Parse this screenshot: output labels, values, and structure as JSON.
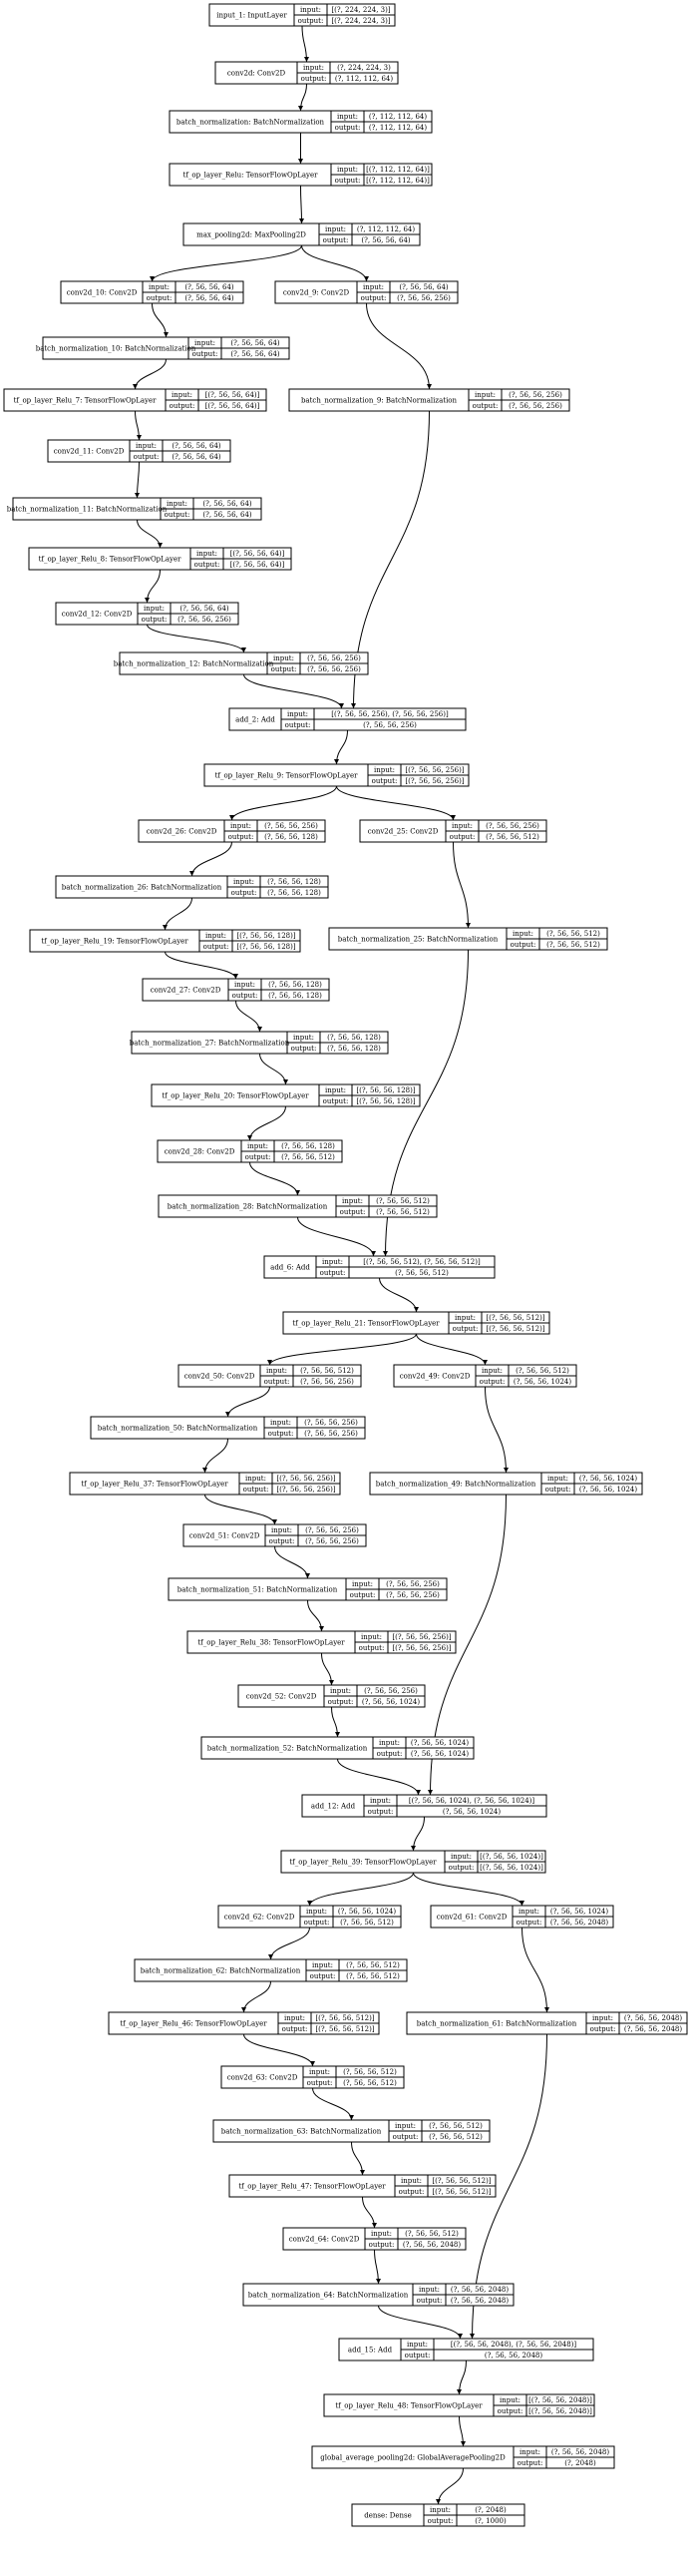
{
  "diagram": {
    "title": "",
    "nodes": [
      {
        "id": "n0",
        "name": "input_1: InputLayer",
        "input": "[(?, 224, 224, 3)]",
        "output": "[(?, 224, 224, 3)]"
      },
      {
        "id": "n1",
        "name": "conv2d: Conv2D",
        "input": "(?, 224, 224, 3)",
        "output": "(?, 112, 112, 64)"
      },
      {
        "id": "n2",
        "name": "batch_normalization: BatchNormalization",
        "input": "(?, 112, 112, 64)",
        "output": "(?, 112, 112, 64)"
      },
      {
        "id": "n3",
        "name": "tf_op_layer_Relu: TensorFlowOpLayer",
        "input": "[(?, 112, 112, 64)]",
        "output": "[(?, 112, 112, 64)]"
      },
      {
        "id": "n4",
        "name": "max_pooling2d: MaxPooling2D",
        "input": "(?, 112, 112, 64)",
        "output": "(?, 56, 56, 64)"
      },
      {
        "id": "n5",
        "name": "conv2d_10: Conv2D",
        "input": "(?, 56, 56, 64)",
        "output": "(?, 56, 56, 64)"
      },
      {
        "id": "n6",
        "name": "conv2d_9: Conv2D",
        "input": "(?, 56, 56, 64)",
        "output": "(?, 56, 56, 256)"
      },
      {
        "id": "n7",
        "name": "batch_normalization_10: BatchNormalization",
        "input": "(?, 56, 56, 64)",
        "output": "(?, 56, 56, 64)"
      },
      {
        "id": "n8",
        "name": "tf_op_layer_Relu_7: TensorFlowOpLayer",
        "input": "[(?, 56, 56, 64)]",
        "output": "[(?, 56, 56, 64)]"
      },
      {
        "id": "n9",
        "name": "batch_normalization_9: BatchNormalization",
        "input": "(?, 56, 56, 256)",
        "output": "(?, 56, 56, 256)"
      },
      {
        "id": "n10",
        "name": "conv2d_11: Conv2D",
        "input": "(?, 56, 56, 64)",
        "output": "(?, 56, 56, 64)"
      },
      {
        "id": "n11",
        "name": "batch_normalization_11: BatchNormalization",
        "input": "(?, 56, 56, 64)",
        "output": "(?, 56, 56, 64)"
      },
      {
        "id": "n12",
        "name": "tf_op_layer_Relu_8: TensorFlowOpLayer",
        "input": "[(?, 56, 56, 64)]",
        "output": "[(?, 56, 56, 64)]"
      },
      {
        "id": "n13",
        "name": "conv2d_12: Conv2D",
        "input": "(?, 56, 56, 64)",
        "output": "(?, 56, 56, 256)"
      },
      {
        "id": "n14",
        "name": "batch_normalization_12: BatchNormalization",
        "input": "(?, 56, 56, 256)",
        "output": "(?, 56, 56, 256)"
      },
      {
        "id": "n15",
        "name": "add_2: Add",
        "input": "[(?, 56, 56, 256), (?, 56, 56, 256)]",
        "output": "(?, 56, 56, 256)"
      },
      {
        "id": "n16",
        "name": "tf_op_layer_Relu_9: TensorFlowOpLayer",
        "input": "[(?, 56, 56, 256)]",
        "output": "[(?, 56, 56, 256)]"
      },
      {
        "id": "n17",
        "name": "conv2d_26: Conv2D",
        "input": "(?, 56, 56, 256)",
        "output": "(?, 56, 56, 128)"
      },
      {
        "id": "n18",
        "name": "conv2d_25: Conv2D",
        "input": "(?, 56, 56, 256)",
        "output": "(?, 56, 56, 512)"
      },
      {
        "id": "n19",
        "name": "batch_normalization_26: BatchNormalization",
        "input": "(?, 56, 56, 128)",
        "output": "(?, 56, 56, 128)"
      },
      {
        "id": "n20",
        "name": "tf_op_layer_Relu_19: TensorFlowOpLayer",
        "input": "[(?, 56, 56, 128)]",
        "output": "[(?, 56, 56, 128)]"
      },
      {
        "id": "n21",
        "name": "batch_normalization_25: BatchNormalization",
        "input": "(?, 56, 56, 512)",
        "output": "(?, 56, 56, 512)"
      },
      {
        "id": "n22",
        "name": "conv2d_27: Conv2D",
        "input": "(?, 56, 56, 128)",
        "output": "(?, 56, 56, 128)"
      },
      {
        "id": "n23",
        "name": "batch_normalization_27: BatchNormalization",
        "input": "(?, 56, 56, 128)",
        "output": "(?, 56, 56, 128)"
      },
      {
        "id": "n24",
        "name": "tf_op_layer_Relu_20: TensorFlowOpLayer",
        "input": "[(?, 56, 56, 128)]",
        "output": "[(?, 56, 56, 128)]"
      },
      {
        "id": "n25",
        "name": "conv2d_28: Conv2D",
        "input": "(?, 56, 56, 128)",
        "output": "(?, 56, 56, 512)"
      },
      {
        "id": "n26",
        "name": "batch_normalization_28: BatchNormalization",
        "input": "(?, 56, 56, 512)",
        "output": "(?, 56, 56, 512)"
      },
      {
        "id": "n27",
        "name": "add_6: Add",
        "input": "[(?, 56, 56, 512), (?, 56, 56, 512)]",
        "output": "(?, 56, 56, 512)"
      },
      {
        "id": "n28",
        "name": "tf_op_layer_Relu_21: TensorFlowOpLayer",
        "input": "[(?, 56, 56, 512)]",
        "output": "[(?, 56, 56, 512)]"
      },
      {
        "id": "n29",
        "name": "conv2d_50: Conv2D",
        "input": "(?, 56, 56, 512)",
        "output": "(?, 56, 56, 256)"
      },
      {
        "id": "n30",
        "name": "conv2d_49: Conv2D",
        "input": "(?, 56, 56, 512)",
        "output": "(?, 56, 56, 1024)"
      },
      {
        "id": "n31",
        "name": "batch_normalization_50: BatchNormalization",
        "input": "(?, 56, 56, 256)",
        "output": "(?, 56, 56, 256)"
      },
      {
        "id": "n32",
        "name": "tf_op_layer_Relu_37: TensorFlowOpLayer",
        "input": "[(?, 56, 56, 256)]",
        "output": "[(?, 56, 56, 256)]"
      },
      {
        "id": "n33",
        "name": "batch_normalization_49: BatchNormalization",
        "input": "(?, 56, 56, 1024)",
        "output": "(?, 56, 56, 1024)"
      },
      {
        "id": "n34",
        "name": "conv2d_51: Conv2D",
        "input": "(?, 56, 56, 256)",
        "output": "(?, 56, 56, 256)"
      },
      {
        "id": "n35",
        "name": "batch_normalization_51: BatchNormalization",
        "input": "(?, 56, 56, 256)",
        "output": "(?, 56, 56, 256)"
      },
      {
        "id": "n36",
        "name": "tf_op_layer_Relu_38: TensorFlowOpLayer",
        "input": "[(?, 56, 56, 256)]",
        "output": "[(?, 56, 56, 256)]"
      },
      {
        "id": "n37",
        "name": "conv2d_52: Conv2D",
        "input": "(?, 56, 56, 256)",
        "output": "(?, 56, 56, 1024)"
      },
      {
        "id": "n38",
        "name": "batch_normalization_52: BatchNormalization",
        "input": "(?, 56, 56, 1024)",
        "output": "(?, 56, 56, 1024)"
      },
      {
        "id": "n39",
        "name": "add_12: Add",
        "input": "[(?, 56, 56, 1024), (?, 56, 56, 1024)]",
        "output": "(?, 56, 56, 1024)"
      },
      {
        "id": "n40",
        "name": "tf_op_layer_Relu_39: TensorFlowOpLayer",
        "input": "[(?, 56, 56, 1024)]",
        "output": "[(?, 56, 56, 1024)]"
      },
      {
        "id": "n41",
        "name": "conv2d_62: Conv2D",
        "input": "(?, 56, 56, 1024)",
        "output": "(?, 56, 56, 512)"
      },
      {
        "id": "n42",
        "name": "conv2d_61: Conv2D",
        "input": "(?, 56, 56, 1024)",
        "output": "(?, 56, 56, 2048)"
      },
      {
        "id": "n43",
        "name": "batch_normalization_62: BatchNormalization",
        "input": "(?, 56, 56, 512)",
        "output": "(?, 56, 56, 512)"
      },
      {
        "id": "n44",
        "name": "tf_op_layer_Relu_46: TensorFlowOpLayer",
        "input": "[(?, 56, 56, 512)]",
        "output": "[(?, 56, 56, 512)]"
      },
      {
        "id": "n45",
        "name": "batch_normalization_61: BatchNormalization",
        "input": "(?, 56, 56, 2048)",
        "output": "(?, 56, 56, 2048)"
      },
      {
        "id": "n46",
        "name": "conv2d_63: Conv2D",
        "input": "(?, 56, 56, 512)",
        "output": "(?, 56, 56, 512)"
      },
      {
        "id": "n47",
        "name": "batch_normalization_63: BatchNormalization",
        "input": "(?, 56, 56, 512)",
        "output": "(?, 56, 56, 512)"
      },
      {
        "id": "n48",
        "name": "tf_op_layer_Relu_47: TensorFlowOpLayer",
        "input": "[(?, 56, 56, 512)]",
        "output": "[(?, 56, 56, 512)]"
      },
      {
        "id": "n49",
        "name": "conv2d_64: Conv2D",
        "input": "(?, 56, 56, 512)",
        "output": "(?, 56, 56, 2048)"
      },
      {
        "id": "n50",
        "name": "batch_normalization_64: BatchNormalization",
        "input": "(?, 56, 56, 2048)",
        "output": "(?, 56, 56, 2048)"
      },
      {
        "id": "n51",
        "name": "add_15: Add",
        "input": "[(?, 56, 56, 2048), (?, 56, 56, 2048)]",
        "output": "(?, 56, 56, 2048)"
      },
      {
        "id": "n52",
        "name": "tf_op_layer_Relu_48: TensorFlowOpLayer",
        "input": "[(?, 56, 56, 2048)]",
        "output": "[(?, 56, 56, 2048)]"
      },
      {
        "id": "n53",
        "name": "global_average_pooling2d: GlobalAveragePooling2D",
        "input": "(?, 56, 56, 2048)",
        "output": "(?, 2048)"
      },
      {
        "id": "n54",
        "name": "dense: Dense",
        "input": "(?, 2048)",
        "output": "(?, 1000)"
      }
    ],
    "edges": [
      [
        "n0",
        "n1"
      ],
      [
        "n1",
        "n2"
      ],
      [
        "n2",
        "n3"
      ],
      [
        "n3",
        "n4"
      ],
      [
        "n4",
        "n5"
      ],
      [
        "n4",
        "n6"
      ],
      [
        "n5",
        "n7"
      ],
      [
        "n7",
        "n8"
      ],
      [
        "n6",
        "n9"
      ],
      [
        "n8",
        "n10"
      ],
      [
        "n10",
        "n11"
      ],
      [
        "n11",
        "n12"
      ],
      [
        "n12",
        "n13"
      ],
      [
        "n13",
        "n14"
      ],
      [
        "n14",
        "n15"
      ],
      [
        "n9",
        "n15"
      ],
      [
        "n15",
        "n16"
      ],
      [
        "n16",
        "n17"
      ],
      [
        "n16",
        "n18"
      ],
      [
        "n17",
        "n19"
      ],
      [
        "n19",
        "n20"
      ],
      [
        "n18",
        "n21"
      ],
      [
        "n20",
        "n22"
      ],
      [
        "n22",
        "n23"
      ],
      [
        "n23",
        "n24"
      ],
      [
        "n24",
        "n25"
      ],
      [
        "n25",
        "n26"
      ],
      [
        "n26",
        "n27"
      ],
      [
        "n21",
        "n27"
      ],
      [
        "n27",
        "n28"
      ],
      [
        "n28",
        "n29"
      ],
      [
        "n28",
        "n30"
      ],
      [
        "n29",
        "n31"
      ],
      [
        "n31",
        "n32"
      ],
      [
        "n30",
        "n33"
      ],
      [
        "n32",
        "n34"
      ],
      [
        "n34",
        "n35"
      ],
      [
        "n35",
        "n36"
      ],
      [
        "n36",
        "n37"
      ],
      [
        "n37",
        "n38"
      ],
      [
        "n38",
        "n39"
      ],
      [
        "n33",
        "n39"
      ],
      [
        "n39",
        "n40"
      ],
      [
        "n40",
        "n41"
      ],
      [
        "n40",
        "n42"
      ],
      [
        "n41",
        "n43"
      ],
      [
        "n43",
        "n44"
      ],
      [
        "n42",
        "n45"
      ],
      [
        "n44",
        "n46"
      ],
      [
        "n46",
        "n47"
      ],
      [
        "n47",
        "n48"
      ],
      [
        "n48",
        "n49"
      ],
      [
        "n49",
        "n50"
      ],
      [
        "n50",
        "n51"
      ],
      [
        "n45",
        "n51"
      ],
      [
        "n51",
        "n52"
      ],
      [
        "n52",
        "n53"
      ],
      [
        "n53",
        "n54"
      ]
    ]
  },
  "labels": {
    "input": "input:",
    "output": "output:"
  }
}
